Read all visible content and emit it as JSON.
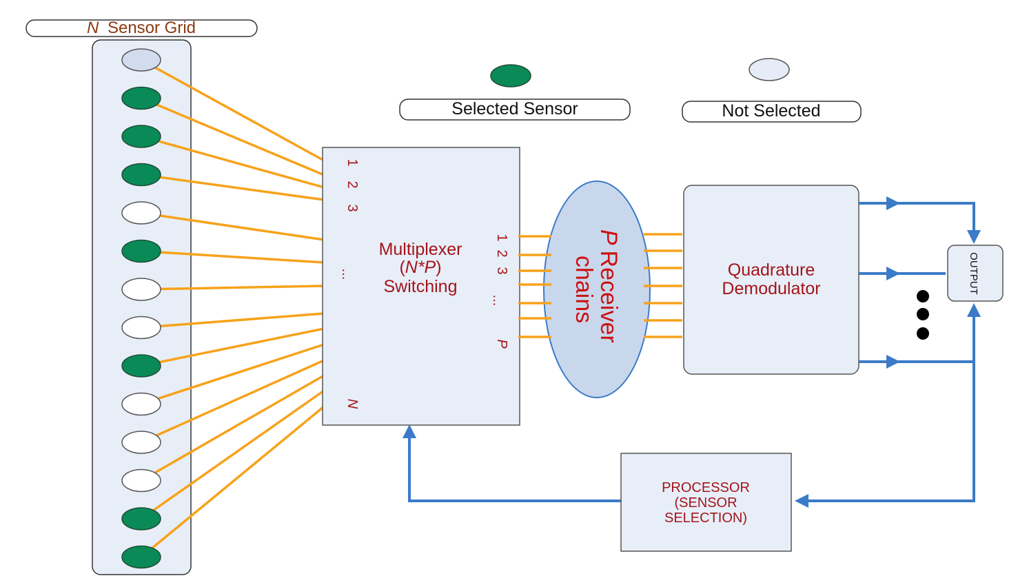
{
  "grid_label": {
    "prefix": "N",
    "text": "Sensor Grid"
  },
  "legend": {
    "selected": "Selected Sensor",
    "not_selected": "Not Selected"
  },
  "sensors": [
    {
      "state": "light"
    },
    {
      "state": "selected"
    },
    {
      "state": "selected"
    },
    {
      "state": "selected"
    },
    {
      "state": "unselected"
    },
    {
      "state": "selected"
    },
    {
      "state": "unselected"
    },
    {
      "state": "unselected"
    },
    {
      "state": "selected"
    },
    {
      "state": "unselected"
    },
    {
      "state": "unselected"
    },
    {
      "state": "unselected"
    },
    {
      "state": "selected"
    },
    {
      "state": "selected"
    }
  ],
  "mux": {
    "line1": "Multiplexer",
    "line2_open": "(",
    "line2_var": "N*P",
    "line2_close": ")",
    "line3": "Switching",
    "input_labels": [
      "1",
      "2",
      "3",
      "...",
      "N"
    ],
    "output_labels": [
      "1",
      "2",
      "3",
      "...",
      "P"
    ]
  },
  "receiver": {
    "var": "P",
    "line1": "Receiver",
    "line2": "chains"
  },
  "demod": {
    "line1": "Quadrature",
    "line2": "Demodulator"
  },
  "output": {
    "label": "OUTPUT"
  },
  "processor": {
    "line1": "PROCESSOR",
    "line2": "(SENSOR",
    "line3": "SELECTION)"
  },
  "colors": {
    "orange": "#f7a21b",
    "green": "#0a8a57",
    "light_fill": "#e6ecf7",
    "blue_arrow": "#3b7bc8",
    "box_fill": "#e8eef7",
    "text_red": "#a3141b",
    "text_brown": "#8b3a10"
  }
}
